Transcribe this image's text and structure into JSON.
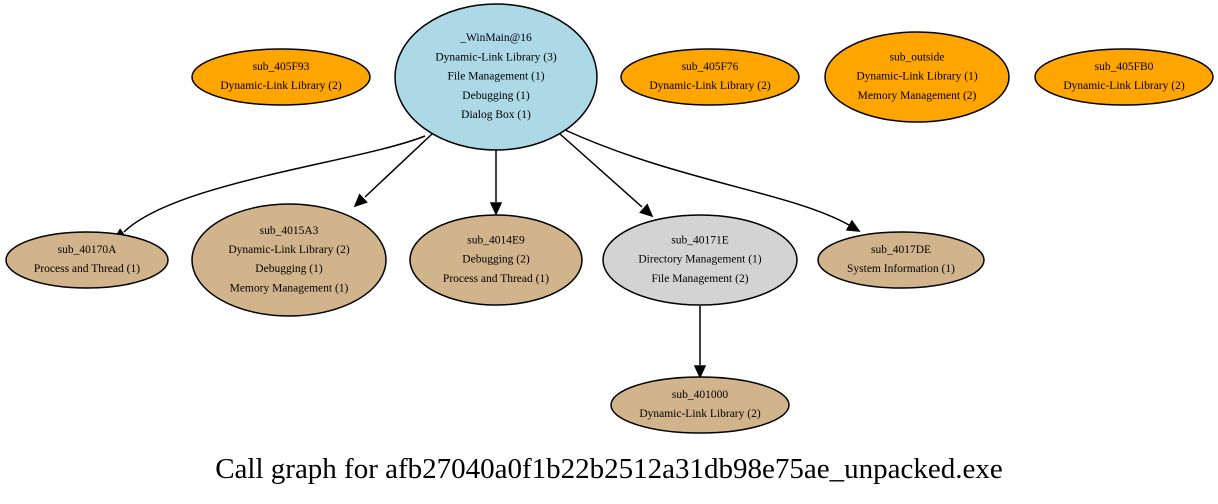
{
  "caption": "Call graph for afb27040a0f1b22b2512a31db98e75ae_unpacked.exe",
  "colors": {
    "root": "#add8e6",
    "unreferenced": "#ffa500",
    "callee": "#d2b48c",
    "intermediate": "#d3d3d3"
  },
  "nodes": [
    {
      "id": "winmain",
      "kind": "root",
      "lines": [
        "_WinMain@16",
        "Dynamic-Link Library (3)",
        "File Management (1)",
        "Debugging (1)",
        "Dialog Box (1)"
      ]
    },
    {
      "id": "sub_405F93",
      "kind": "unreferenced",
      "lines": [
        "sub_405F93",
        "Dynamic-Link Library (2)"
      ]
    },
    {
      "id": "sub_405F76",
      "kind": "unreferenced",
      "lines": [
        "sub_405F76",
        "Dynamic-Link Library (2)"
      ]
    },
    {
      "id": "sub_outside",
      "kind": "unreferenced",
      "lines": [
        "sub_outside",
        "Dynamic-Link Library (1)",
        "Memory Management (2)"
      ]
    },
    {
      "id": "sub_405FB0",
      "kind": "unreferenced",
      "lines": [
        "sub_405FB0",
        "Dynamic-Link Library (2)"
      ]
    },
    {
      "id": "sub_40170A",
      "kind": "callee",
      "lines": [
        "sub_40170A",
        "Process and Thread (1)"
      ]
    },
    {
      "id": "sub_4015A3",
      "kind": "callee",
      "lines": [
        "sub_4015A3",
        "Dynamic-Link Library (2)",
        "Debugging (1)",
        "Memory Management (1)"
      ]
    },
    {
      "id": "sub_4014E9",
      "kind": "callee",
      "lines": [
        "sub_4014E9",
        "Debugging (2)",
        "Process and Thread (1)"
      ]
    },
    {
      "id": "sub_40171E",
      "kind": "intermediate",
      "lines": [
        "sub_40171E",
        "Directory Management (1)",
        "File Management (2)"
      ]
    },
    {
      "id": "sub_4017DE",
      "kind": "callee",
      "lines": [
        "sub_4017DE",
        "System Information (1)"
      ]
    },
    {
      "id": "sub_401000",
      "kind": "callee",
      "lines": [
        "sub_401000",
        "Dynamic-Link Library (2)"
      ]
    }
  ],
  "edges": [
    {
      "from": "winmain",
      "to": "sub_40170A"
    },
    {
      "from": "winmain",
      "to": "sub_4015A3"
    },
    {
      "from": "winmain",
      "to": "sub_4014E9"
    },
    {
      "from": "winmain",
      "to": "sub_40171E"
    },
    {
      "from": "winmain",
      "to": "sub_4017DE"
    },
    {
      "from": "sub_40171E",
      "to": "sub_401000"
    }
  ]
}
